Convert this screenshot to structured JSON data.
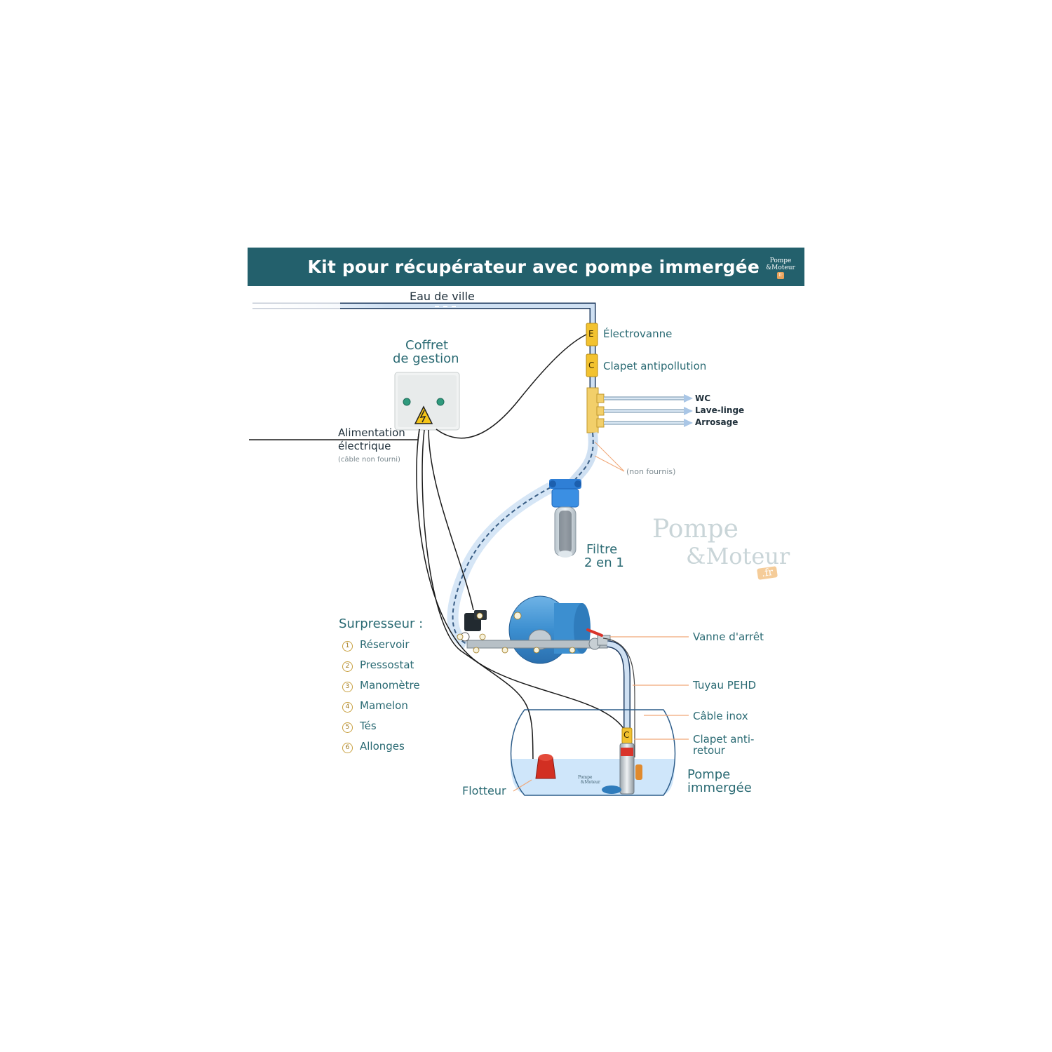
{
  "banner": {
    "title": "Kit pour récupérateur avec pompe immergée",
    "logo_line1": "Pompe",
    "logo_line2": "&Moteur",
    "logo_fr": "fr"
  },
  "labels": {
    "city_water": "Eau de ville",
    "control_box_line1": "Coffret",
    "control_box_line2": "de gestion",
    "power_line1": "Alimentation",
    "power_line2": "électrique",
    "power_note": "(câble non fourni)",
    "solenoid_valve": "Électrovanne",
    "solenoid_tag": "E",
    "backflow_valve": "Clapet antipollution",
    "backflow_tag": "C",
    "outlet_wc": "WC",
    "outlet_washer": "Lave-linge",
    "outlet_garden": "Arrosage",
    "not_supplied": "(non fournis)",
    "filter_line1": "Filtre",
    "filter_line2": "2 en 1",
    "shutoff_valve": "Vanne d'arrêt",
    "pehd_pipe": "Tuyau PEHD",
    "steel_cable": "Câble inox",
    "check_valve_line1": "Clapet anti-",
    "check_valve_line2": "retour",
    "check_valve_tag": "C",
    "pump_line1": "Pompe",
    "pump_line2": "immergée",
    "float": "Flotteur"
  },
  "booster": {
    "title": "Surpresseur :",
    "items": [
      {
        "num": "1",
        "label": "Réservoir"
      },
      {
        "num": "2",
        "label": "Pressostat"
      },
      {
        "num": "3",
        "label": "Manomètre"
      },
      {
        "num": "4",
        "label": "Mamelon"
      },
      {
        "num": "5",
        "label": "Tés"
      },
      {
        "num": "6",
        "label": "Allonges"
      }
    ]
  },
  "watermark": {
    "line1": "Pompe",
    "line2": "&Moteur",
    "fr": ".fr"
  },
  "colors": {
    "banner": "#23606c",
    "label_text": "#2a6a73",
    "pipe_blue": "#cfe0f2",
    "pipe_outline": "#1e3a5f",
    "valve_yellow": "#f2c230",
    "tank_blue": "#3c8fd0",
    "water": "#cfe6fa",
    "callout_orange": "#f0a878",
    "shutoff_red": "#d9342b"
  }
}
